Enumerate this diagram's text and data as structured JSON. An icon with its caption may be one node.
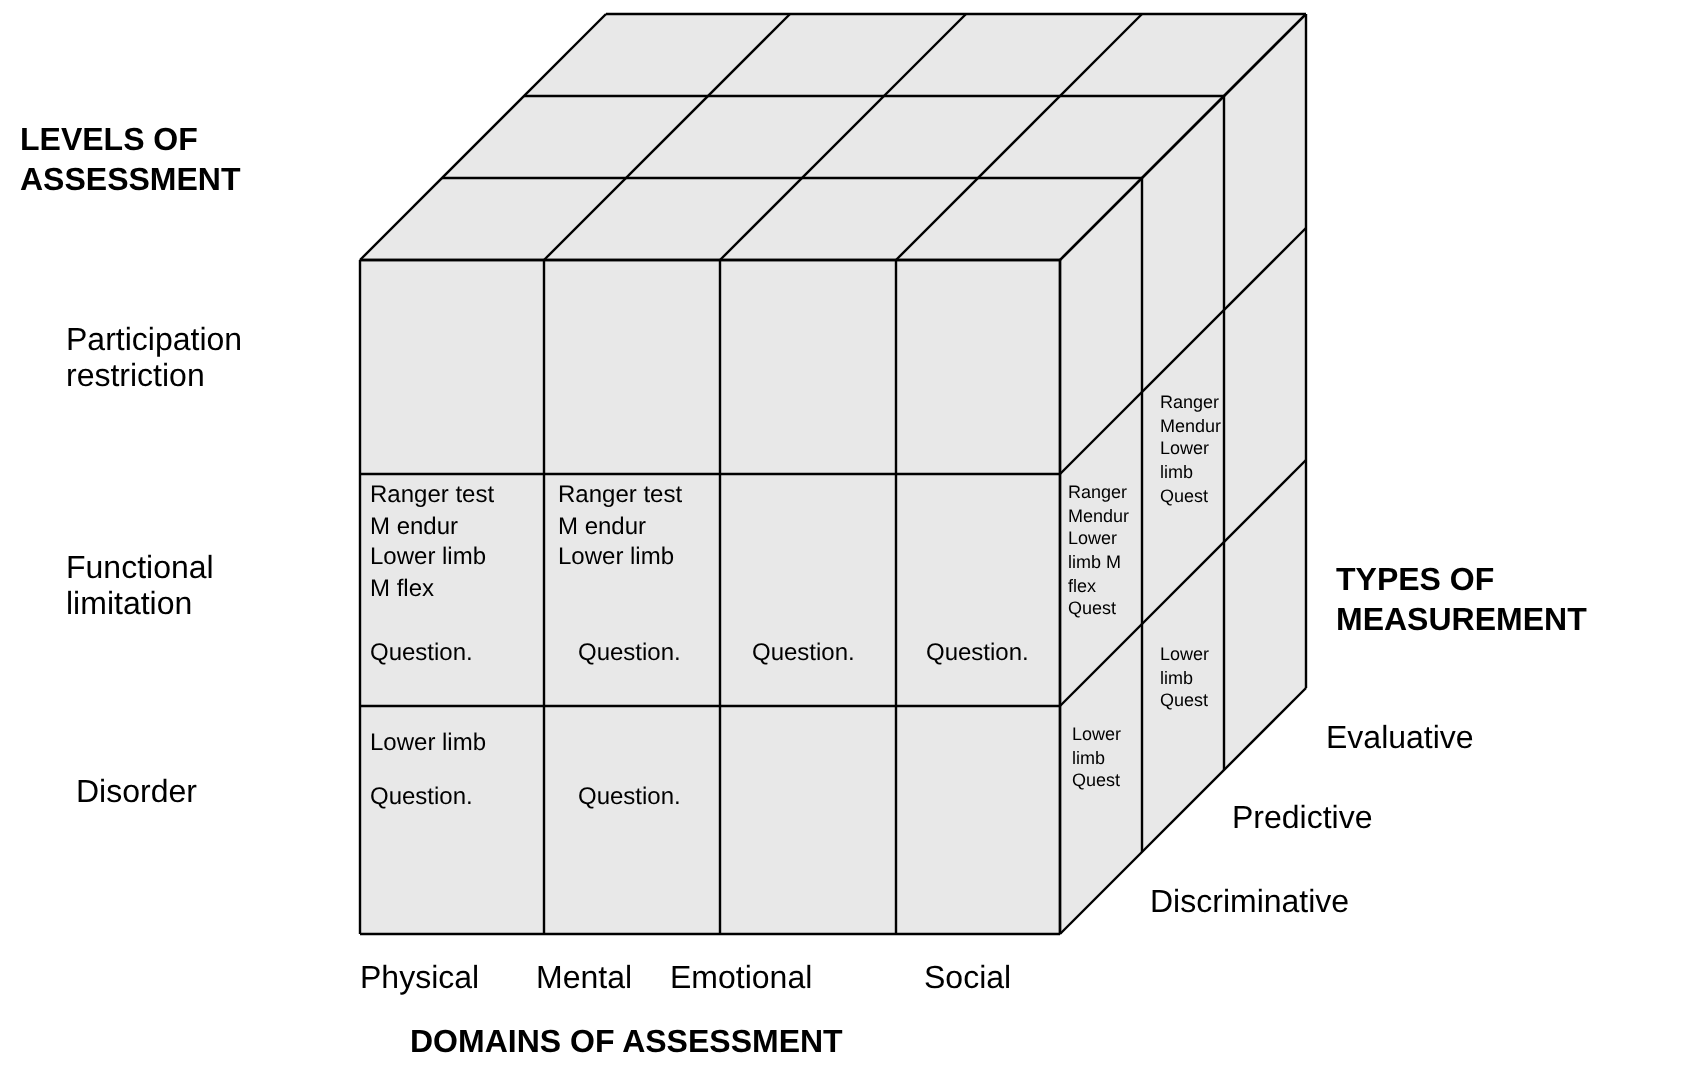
{
  "diagram": {
    "labels": [
      "LEVELS OF ASSESSMENT",
      "Participation restriction",
      "Ranger Mendur Lower limb Quest",
      "Ranger test M endur Lower limb M flex",
      "Ranger test M endur Lower limb",
      "Ranger Mendur Lower limb M flex Quest",
      "Functional limitation",
      "TYPES OF MEASUREMENT",
      "Question.",
      "Question.",
      "Question.",
      "Question.",
      "Lower limb Quest",
      "Lower limb",
      "Evaluative",
      "Disorder",
      "Question.",
      "Question.",
      "Lower limb Quest",
      "Predictive",
      "Discriminative",
      "Physical",
      "Mental",
      "Emotional",
      "Social",
      "DOMAINS OF ASSESSMENT"
    ]
  }
}
